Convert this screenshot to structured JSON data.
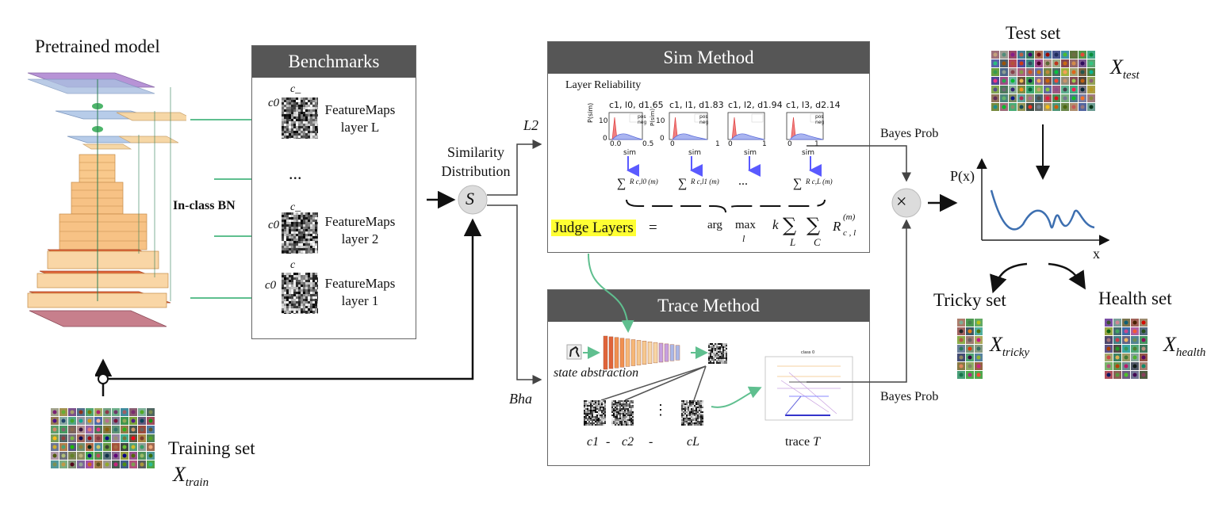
{
  "pretrained_title": "Pretrained model",
  "inclass_bn": "In-class BN",
  "benchmarks": {
    "title": "Benchmarks",
    "items": [
      {
        "c_top": "c_",
        "c_left": "c0",
        "line1": "FeatureMaps",
        "line2": "layer L"
      },
      {
        "c_top": "c_",
        "c_left": "c0",
        "line1": "FeatureMaps",
        "line2": "layer 2"
      },
      {
        "c_top": "c",
        "c_left": "c0",
        "line1": "FeatureMaps",
        "line2": "layer 1"
      }
    ],
    "ellipsis": "..."
  },
  "similarity": {
    "line1": "Similarity",
    "line2": "Distribution",
    "node": "S",
    "l2": "L2",
    "bha": "Bha"
  },
  "sim_method": {
    "title": "Sim Method",
    "subtitle": "Layer Reliability",
    "plots": [
      {
        "title": "c1, l0, d1.65",
        "xticks": [
          "0.0",
          "0.5"
        ]
      },
      {
        "title": "c1, l1, d1.83",
        "xticks": [
          "0",
          "1"
        ]
      },
      {
        "title": "c1, l2, d1.94",
        "xticks": [
          "0",
          "1"
        ]
      },
      {
        "title": "c1, l3, d2.14",
        "xticks": [
          "0",
          "1"
        ]
      }
    ],
    "plot_ylabel": "P(sim)",
    "plot_xlabel": "sim",
    "plot_ytick": "10",
    "plot_ytick0": "0",
    "legend": [
      "pos",
      "neg"
    ],
    "sums": [
      "R c,l0 (m)",
      "R c,l1 (m)",
      "...",
      "R c,L (m)"
    ],
    "judge": "Judge Layers",
    "eq": "=",
    "arg": "arg",
    "max": "max",
    "max_sub": "l",
    "k": "k",
    "sum_L": "L",
    "sum_C": "C",
    "R": "R",
    "R_sup": "(m)",
    "R_sub": "c , l"
  },
  "trace_method": {
    "title": "Trace Method",
    "state_abstraction": "state abstraction",
    "c_labels": [
      "c1",
      "-",
      "c2",
      "-",
      "cL"
    ],
    "dots": "⋮",
    "trace": "trace",
    "trace_T": "T",
    "trace_title": "class 0"
  },
  "bayes_top": "Bayes Prob",
  "bayes_bottom": "Bayes Prob",
  "times": "×",
  "test_set": {
    "title": "Test set",
    "var": "X",
    "sub": "test"
  },
  "px_chart": {
    "ylabel": "P(x)",
    "xlabel": "x"
  },
  "tricky_set": {
    "title": "Tricky set",
    "var": "X",
    "sub": "tricky"
  },
  "health_set": {
    "title": "Health set",
    "var": "X",
    "sub": "health"
  },
  "training_set": {
    "title": "Training set",
    "var": "X",
    "sub": "train"
  },
  "colors": {
    "arrow_green": "#5fbf8f",
    "arrow_black": "#111111",
    "blue_arrow": "#5a5aff",
    "header": "#565656",
    "highlight": "#ffff33",
    "curve": "#3d6fb0"
  }
}
